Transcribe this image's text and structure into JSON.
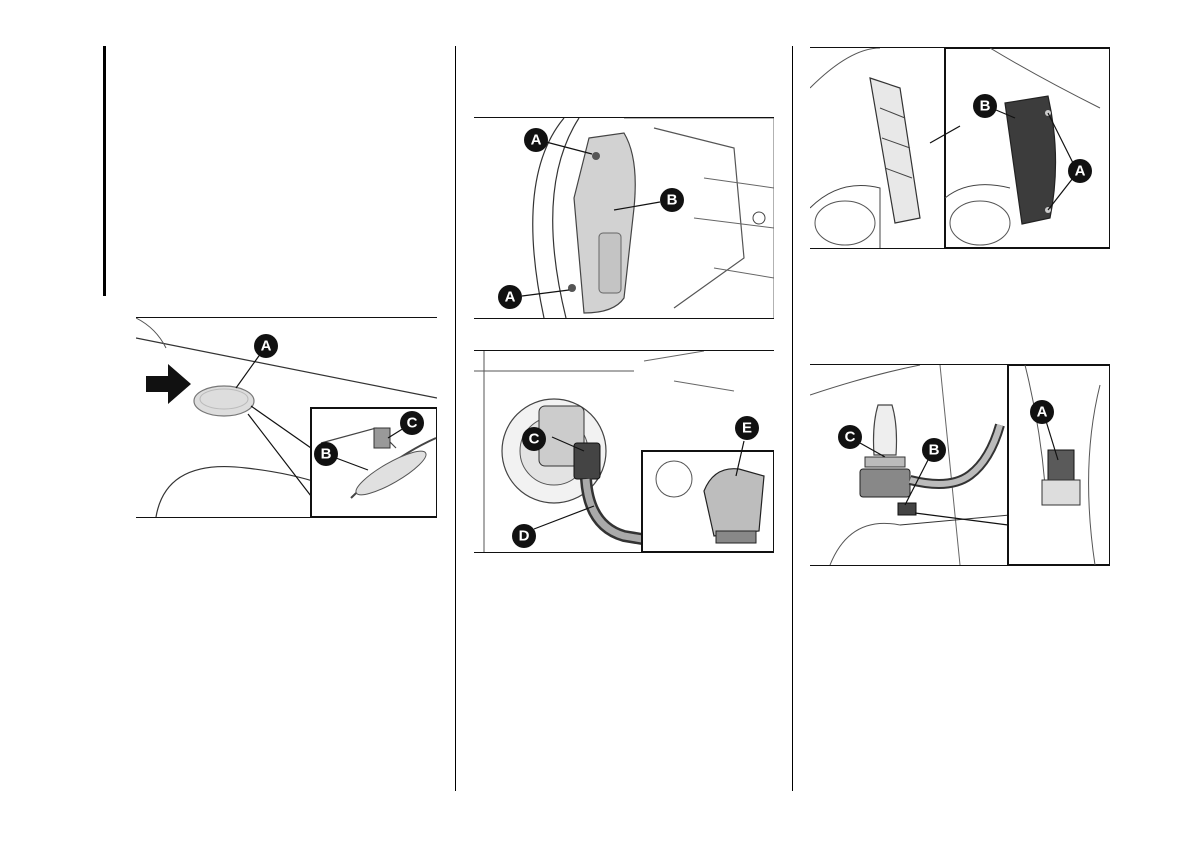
{
  "figures": {
    "side_repeater": {
      "callouts": {
        "a": "A",
        "b": "B",
        "c": "C"
      }
    },
    "wheel_arch_cover": {
      "callouts": {
        "a_top": "A",
        "a_bottom": "A",
        "b": "B"
      }
    },
    "fog_lamp": {
      "callouts": {
        "c": "C",
        "d": "D",
        "e": "E"
      }
    },
    "headlamp_cover": {
      "callouts": {
        "b": "B",
        "a": "A"
      }
    },
    "headlamp_bulb": {
      "callouts": {
        "c": "C",
        "b": "B",
        "a": "A"
      }
    }
  }
}
